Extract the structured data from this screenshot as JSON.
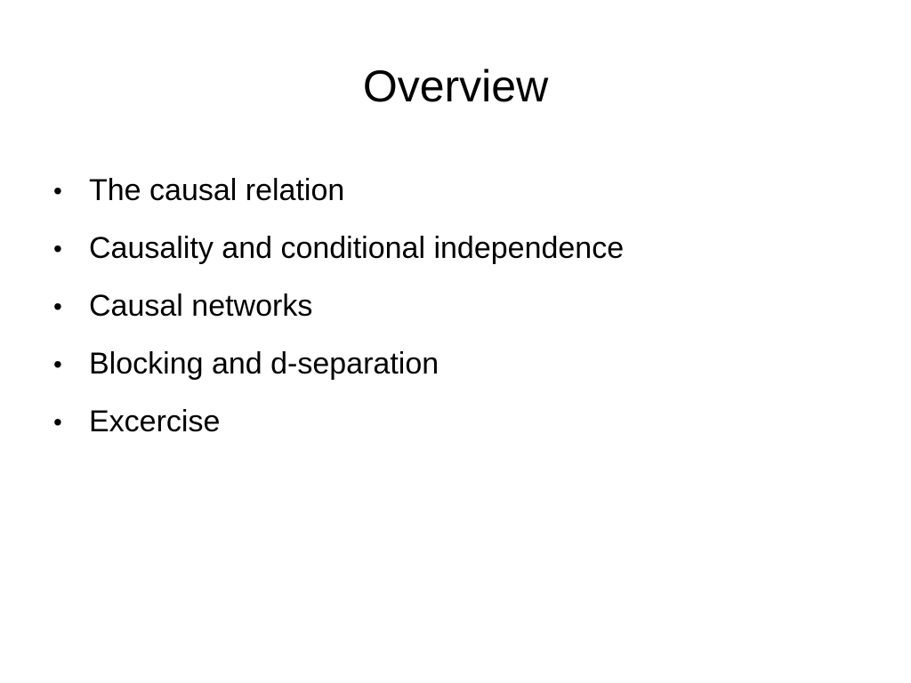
{
  "slide": {
    "title": "Overview",
    "bullet_marker": "•",
    "bullets": [
      "The causal relation",
      "Causality and conditional independence",
      "Causal networks",
      "Blocking and d-separation",
      "Excercise"
    ]
  }
}
